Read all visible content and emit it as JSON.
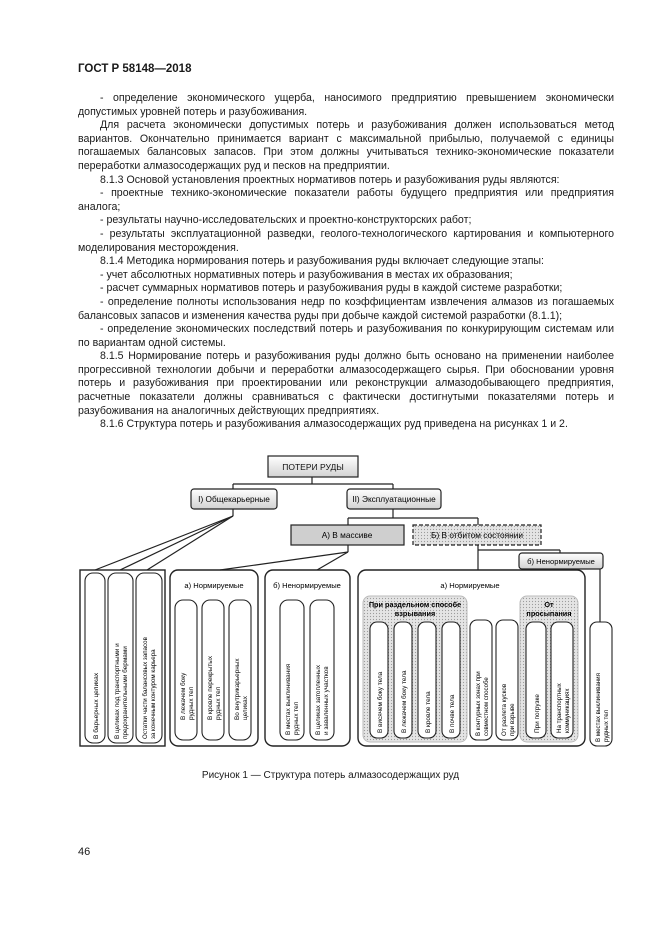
{
  "header": "ГОСТ Р 58148—2018",
  "paragraphs": [
    {
      "text": "- определение экономического ущерба, наносимого предприятию превышением экономически допустимых уровней потерь и разубоживания.",
      "indent": true
    },
    {
      "text": "Для расчета экономически допустимых потерь и разубоживания должен использоваться метод вариантов. Окончательно принимается вариант с максимальной прибылью, получаемой с единицы погашаемых балансовых запасов. При этом должны учитываться технико-экономические показатели переработки алмазосодержащих руд и песков на предприятии.",
      "indent": true
    },
    {
      "text": "8.1.3 Основой установления проектных нормативов потерь и разубоживания руды являются:",
      "indent": true
    },
    {
      "text": "- проектные технико-экономические показатели работы будущего предприятия или предприятия аналога;",
      "indent": true
    },
    {
      "text": "- результаты научно-исследовательских и проектно-конструкторских работ;",
      "indent": true
    },
    {
      "text": "- результаты эксплуатационной разведки, геолого-технологического картирования и компьютерного моделирования месторождения.",
      "indent": true
    },
    {
      "text": "8.1.4 Методика нормирования потерь и разубоживания руды включает следующие этапы:",
      "indent": true
    },
    {
      "text": "- учет абсолютных нормативных потерь и разубоживания в местах их образования;",
      "indent": true
    },
    {
      "text": "- расчет суммарных нормативов потерь и разубоживания руды в каждой системе разработки;",
      "indent": true
    },
    {
      "text": "- определение полноты использования недр по коэффициентам извлечения алмазов из погашаемых балансовых запасов и изменения качества руды при добыче каждой системой разработки (8.1.1);",
      "indent": true
    },
    {
      "text": "- определение экономических последствий потерь и разубоживания по конкурирующим системам или по вариантам одной системы.",
      "indent": true
    },
    {
      "text": "8.1.5 Нормирование потерь и разубоживания руды должно быть основано на применении наиболее прогрессивной технологии добычи и переработки алмазосодержащего сырья. При обосновании уровня потерь и разубоживания при проектировании или реконструкции алмазодобывающего предприятия, расчетные показатели должны сравниваться с фактически достигнутыми показателями потерь и разубоживания на аналогичных действующих предприятиях.",
      "indent": true
    },
    {
      "text": "8.1.6 Структура потерь и разубоживания алмазосодержащих руд приведена на рисунках 1 и 2.",
      "indent": true
    }
  ],
  "diagram": {
    "root": "ПОТЕРИ РУДЫ",
    "level1": [
      "I) Общекарьерные",
      "II) Эксплуатационные"
    ],
    "level2": [
      "А) В массиве",
      "Б) В отбитом состоянии"
    ],
    "groups": {
      "g1_title": "а) Нормируемые",
      "g2_title": "б) Ненормируемые",
      "g3_title": "а) Нормируемые",
      "g4_title": "б) Ненормируемые",
      "sub_blast": "При раздельном способе взрывания",
      "sub_spill": "От просыпания"
    },
    "leaves": {
      "general": [
        "В барьерных целиках",
        "В целиках под транспортными и предохранительными бермами",
        "Остатки части балансовых запасов за конечным контуром карьера"
      ],
      "massif_norm": [
        "В лежачем боку рудных тел",
        "В кровле перекрытых рудных тел",
        "Во внутрикарьерных целиках"
      ],
      "massif_nonnorm": [
        "В местах выклинивания рудных тел",
        "В целиках затопленных и заваленных участков"
      ],
      "blast": [
        "В висячем боку тела",
        "В лежачем боку тела",
        "В кровле тела",
        "В почве тела"
      ],
      "other_norm": [
        "В контурных зонах при совместном способе взрывания",
        "От разлета кусков при взрыве"
      ],
      "spill": [
        "При погрузке",
        "На транспортных коммуникациях"
      ],
      "broken_nonnorm": [
        "В местах выклинивания рудных тел"
      ]
    }
  },
  "caption": "Рисунок 1 — Структура потерь алмазосодержащих руд",
  "page_number": "46"
}
